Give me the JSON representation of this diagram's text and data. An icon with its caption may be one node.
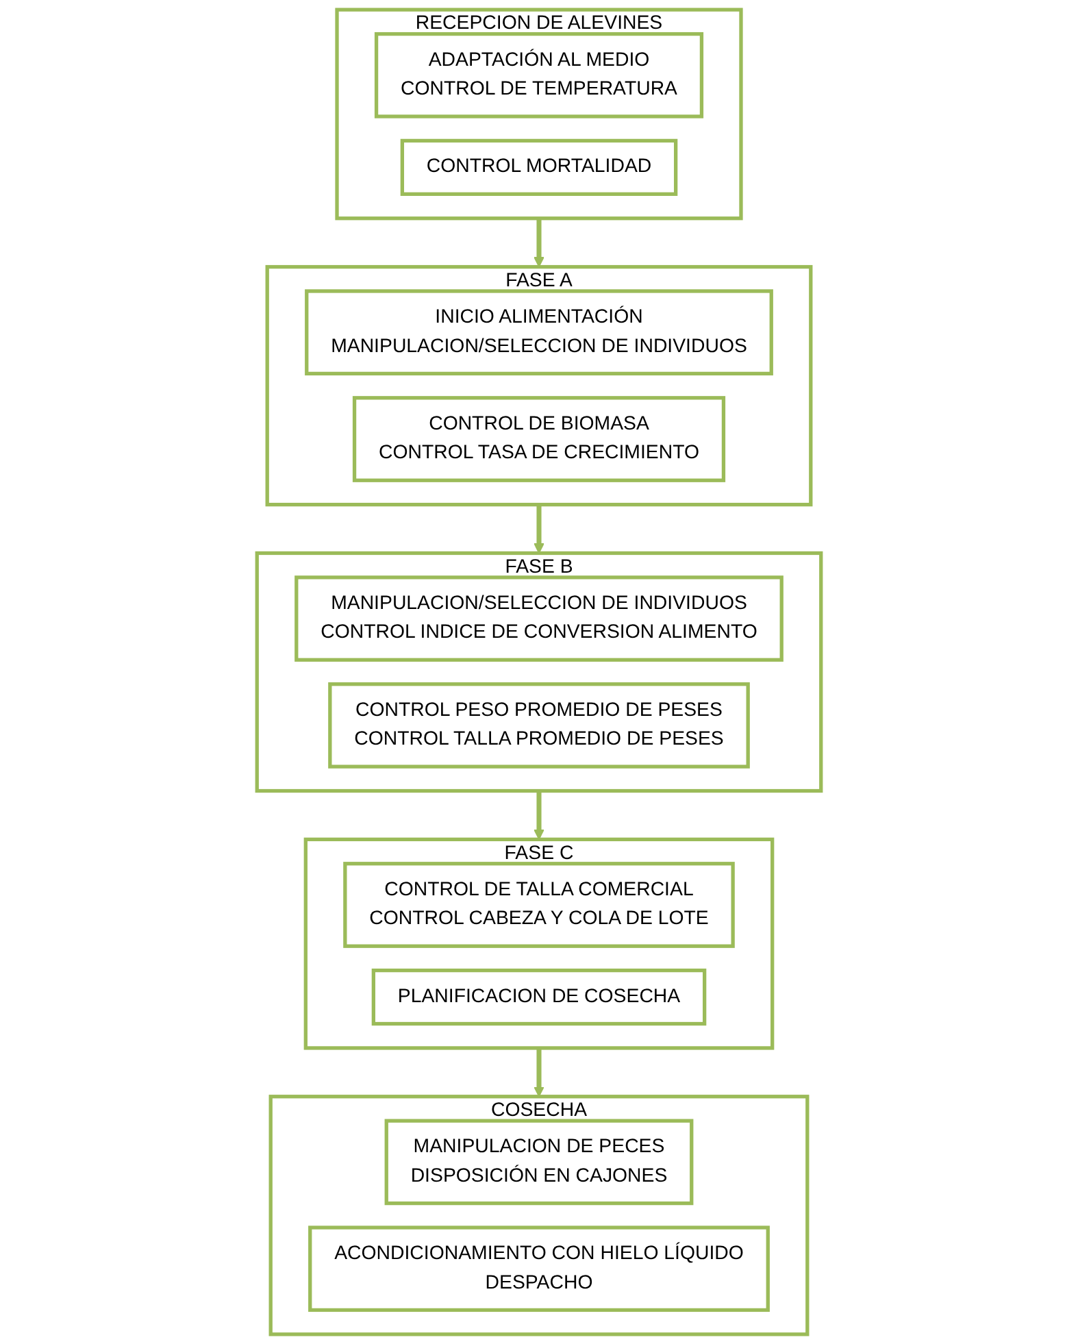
{
  "diagram": {
    "nodes": [
      {
        "text": [
          "RECEPCION DE ALEVINES"
        ]
      },
      {
        "text": [
          "ADAPTACIÓN AL MEDIO",
          "CONTROL DE TEMPERATURA"
        ],
        "in": 0
      },
      {
        "text": [
          "CONTROL MORTALIDAD"
        ],
        "in": 0
      },
      {
        "text": [
          "FASE A"
        ]
      },
      {
        "text": [
          "INICIO ALIMENTACIÓN",
          "MANIPULACION/SELECCION DE INDIVIDUOS"
        ],
        "in": 3
      },
      {
        "text": [
          "CONTROL DE BIOMASA",
          "CONTROL TASA DE CRECIMIENTO"
        ],
        "in": 3
      },
      {
        "text": [
          "FASE B"
        ]
      },
      {
        "text": [
          "MANIPULACION/SELECCION DE INDIVIDUOS",
          "CONTROL INDICE DE CONVERSION ALIMENTO"
        ],
        "in": 6
      },
      {
        "text": [
          "CONTROL PESO PROMEDIO DE PESES",
          "CONTROL TALLA PROMEDIO DE PESES"
        ],
        "in": 6
      },
      {
        "text": [
          "FASE C"
        ]
      },
      {
        "text": [
          "CONTROL DE TALLA COMERCIAL",
          "CONTROL CABEZA Y COLA DE LOTE"
        ],
        "in": 9
      },
      {
        "text": [
          "PLANIFICACION DE COSECHA"
        ],
        "in": 9
      },
      {
        "text": [
          "COSECHA"
        ]
      },
      {
        "text": [
          "MANIPULACION DE PECES",
          "DISPOSICIÓN EN CAJONES"
        ],
        "in": 12
      },
      {
        "text": [
          "ACONDICIONAMIENTO CON HIELO LÍQUIDO",
          "DESPACHO"
        ],
        "in": 12
      }
    ],
    "edges": [
      {
        "from": 0,
        "to": 3,
        "arrow": "to"
      },
      {
        "from": 3,
        "to": 6,
        "arrow": "to"
      },
      {
        "from": 6,
        "to": 9,
        "arrow": "to"
      },
      {
        "from": 9,
        "to": 12,
        "arrow": "to"
      }
    ]
  }
}
